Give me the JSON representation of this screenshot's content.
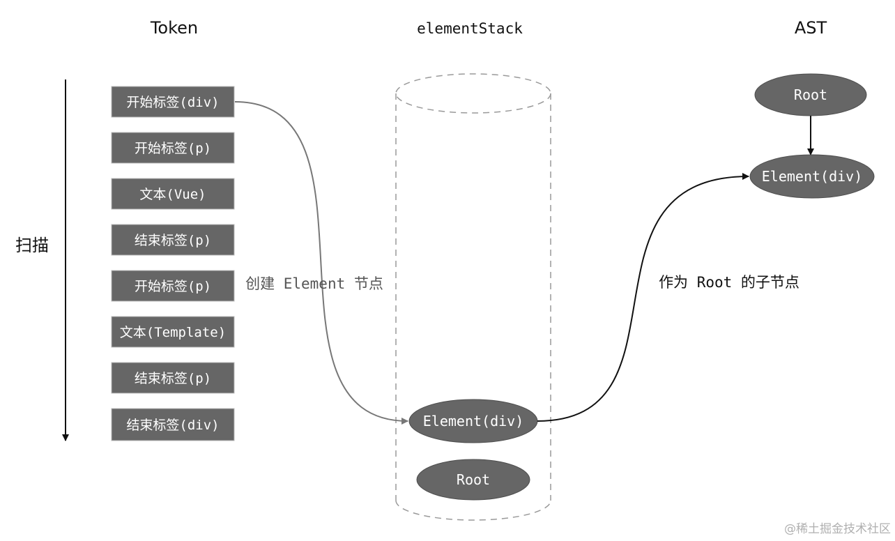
{
  "columns": {
    "token": "Token",
    "stack": "elementStack",
    "ast": "AST"
  },
  "scan_label": "扫描",
  "tokens": [
    "开始标签(div)",
    "开始标签(p)",
    "文本(Vue)",
    "结束标签(p)",
    "开始标签(p)",
    "文本(Template)",
    "结束标签(p)",
    "结束标签(div)"
  ],
  "stack_nodes": {
    "element": "Element(div)",
    "root": "Root"
  },
  "ast_nodes": {
    "root": "Root",
    "element": "Element(div)"
  },
  "annotations": {
    "create": "创建 Element 节点",
    "as_child": "作为 Root 的子节点"
  },
  "watermark": "@稀土掘金技术社区",
  "colors": {
    "node_fill": "#666666",
    "gray_line": "#777777",
    "black_line": "#111111",
    "dashed": "#999999"
  }
}
